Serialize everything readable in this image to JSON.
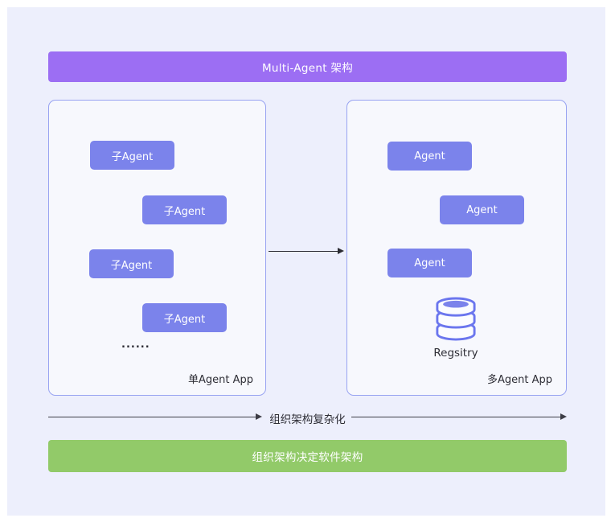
{
  "top_banner": {
    "label": "Multi-Agent 架构",
    "bg": "#9c6ef3"
  },
  "left_panel": {
    "footer": "单Agent App",
    "boxes": [
      "子Agent",
      "子Agent",
      "子Agent",
      "子Agent"
    ],
    "ellipsis": "......"
  },
  "right_panel": {
    "footer": "多Agent App",
    "boxes": [
      "Agent",
      "Agent",
      "Agent"
    ],
    "registry": {
      "icon": "database-icon",
      "label": "Regsitry"
    }
  },
  "axis": {
    "label": "组织架构复杂化"
  },
  "bottom_banner": {
    "label": "组织架构决定软件架构",
    "bg": "#92ca69"
  },
  "colors": {
    "canvas_bg": "#edeffc",
    "panel_bg": "#f7f8fd",
    "panel_border": "#98a3f1",
    "agent_box": "#7b83eb",
    "banner_purple": "#9c6ef3",
    "banner_green": "#92ca69",
    "arrow": "#2c2c33",
    "db_stroke": "#6b76ee"
  }
}
